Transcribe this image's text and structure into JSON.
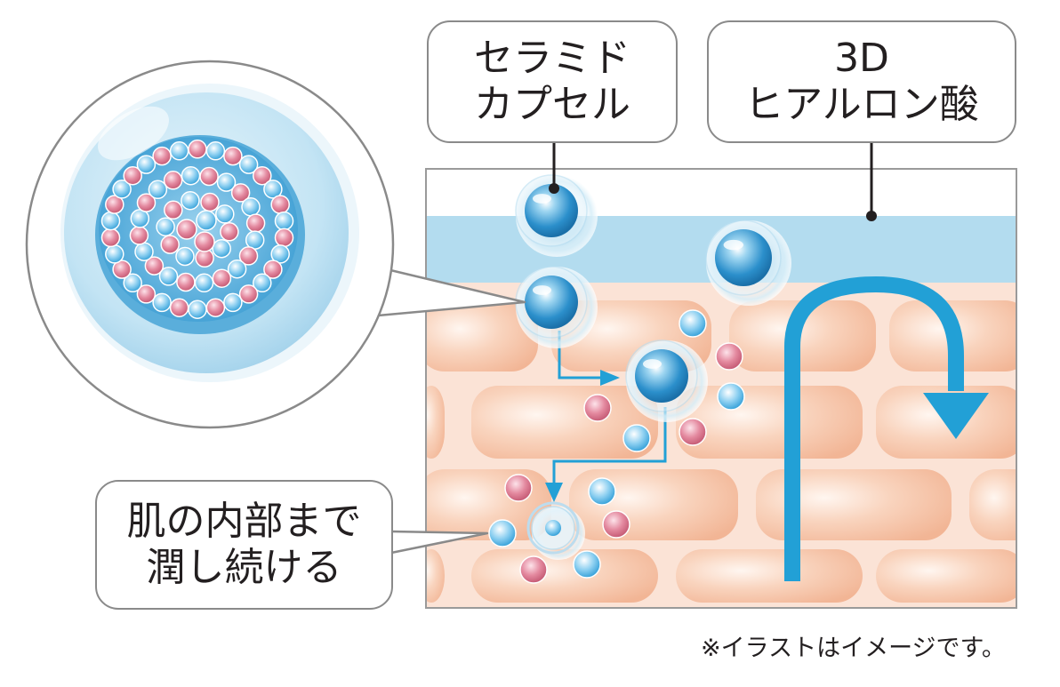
{
  "labels": {
    "ceramide_line1": "セラミド",
    "ceramide_line2": "カプセル",
    "hyaluronic_line1": "3D",
    "hyaluronic_line2": "ヒアルロン酸",
    "moisture_line1": "肌の内部まで",
    "moisture_line2": "潤し続ける"
  },
  "footnote": "※イラストはイメージです。",
  "colors": {
    "border_gray": "#8a8a8a",
    "skin_base": "#fbe3d6",
    "skin_cell": "#f6c4a8",
    "stratum_blue": "#b3dcef",
    "arrow_blue": "#22a0d6",
    "capsule_blue": "#2c8fc9",
    "sphere_pink": "#e07d92",
    "sphere_light_blue": "#4cb2e3"
  },
  "icons": {
    "capsule": "ceramide-capsule-icon",
    "arrow": "penetration-arrow-icon",
    "u_turn_arrow": "u-turn-arrow-icon"
  }
}
